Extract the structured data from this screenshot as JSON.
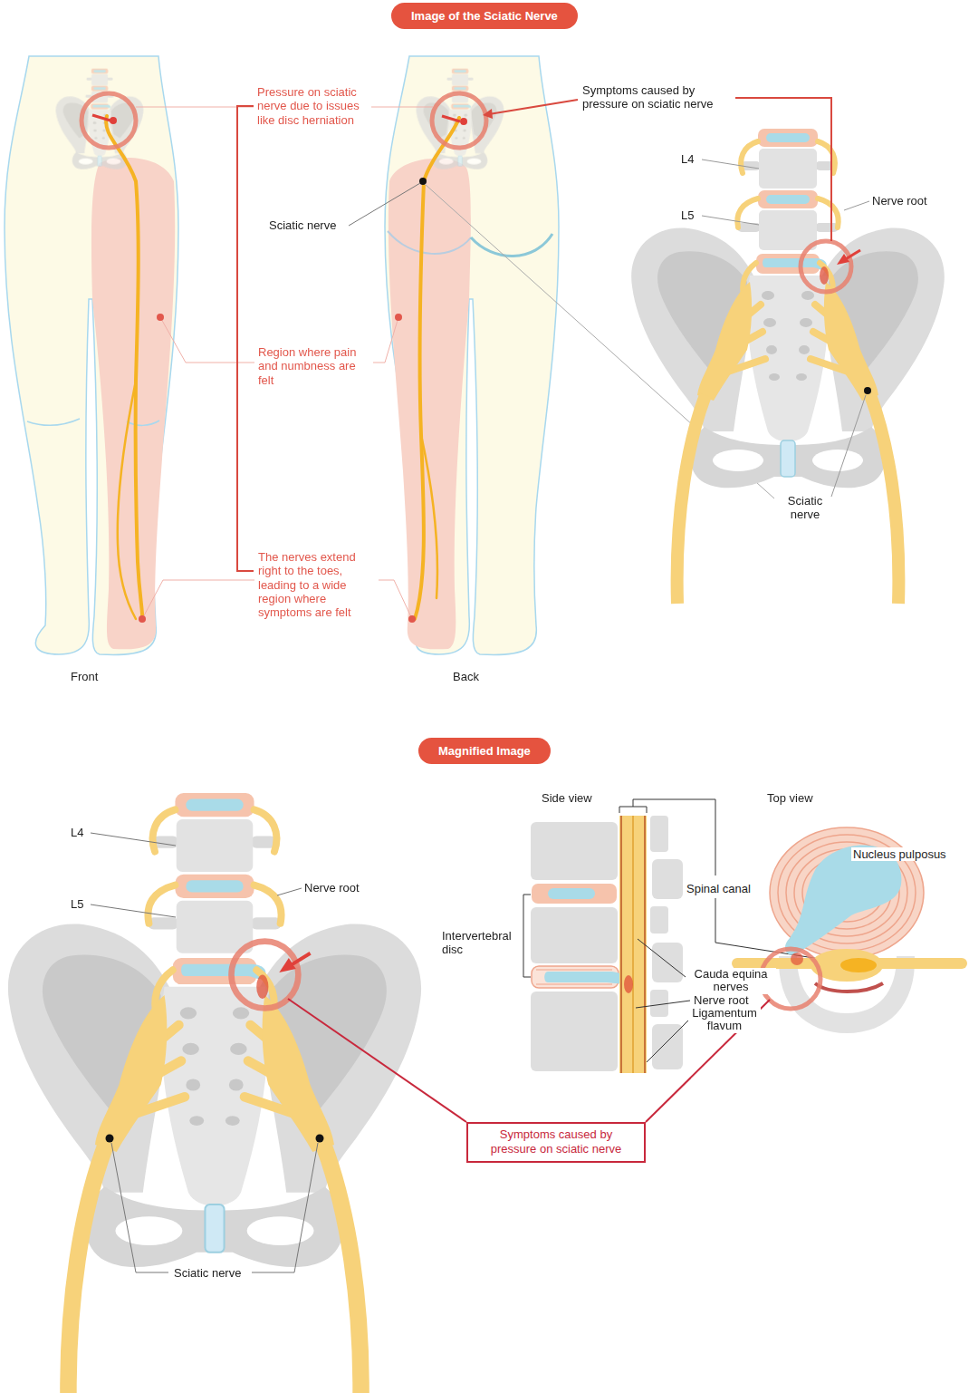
{
  "diagram": {
    "nodes": [
      {
        "text": [
          "Image of the Sciatic Nerve"
        ]
      },
      {
        "text": [
          "Magnified Image"
        ]
      },
      {
        "text": [
          "Symptoms caused by pressure on sciatic nerve"
        ]
      }
    ],
    "labels": [
      "Pressure on sciatic nerve due to issues like disc herniation",
      "Symptoms caused by pressure on sciatic nerve",
      "L4",
      "Sciatic nerve",
      "L5",
      "Nerve root",
      "Region where pain and numbness are felt",
      "Sciatic nerve",
      "The nerves extend right to the toes, leading to a wide region where symptoms are felt",
      "Front",
      "Back",
      "Side view",
      "Top view",
      "L4",
      "Nucleus pulposus",
      "Nerve root",
      "Spinal canal",
      "L5",
      "Intervertebral disc",
      "Cauda equina nerves",
      "Nerve root",
      "Ligamentum flavum",
      "Sciatic nerve"
    ]
  }
}
